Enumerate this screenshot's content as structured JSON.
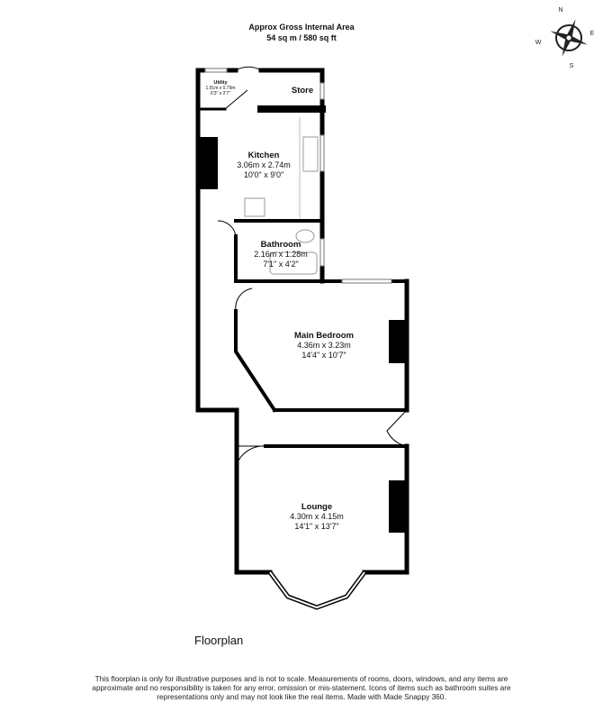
{
  "header": {
    "title": "Approx Gross Internal Area",
    "area": "54 sq m / 580 sq ft"
  },
  "compass": {
    "n": "N",
    "e": "E",
    "s": "S",
    "w": "W"
  },
  "rooms": [
    {
      "name": "Utility",
      "metric": "1.91m x 0.79m",
      "imperial": "6'3\" x 2'7\""
    },
    {
      "name": "Store"
    },
    {
      "name": "Kitchen",
      "metric": "3.06m x 2.74m",
      "imperial": "10'0\" x 9'0\""
    },
    {
      "name": "Bathroom",
      "metric": "2.16m x 1.28m",
      "imperial": "7'1\" x 4'2\""
    },
    {
      "name": "Main Bedroom",
      "metric": "4.36m x 3.23m",
      "imperial": "14'4\" x 10'7\""
    },
    {
      "name": "Lounge",
      "metric": "4.30m x 4.15m",
      "imperial": "14'1\" x 13'7\""
    }
  ],
  "label": "Floorplan",
  "disclaimer": "This floorplan is only for illustrative purposes and is not to scale. Measurements of rooms, doors, windows, and any items are approximate and no responsibility is taken for any error, omission or mis-statement. Icons of items such as bathroom suites are representations only and may not look like the real items. Made with Made Snappy 360."
}
